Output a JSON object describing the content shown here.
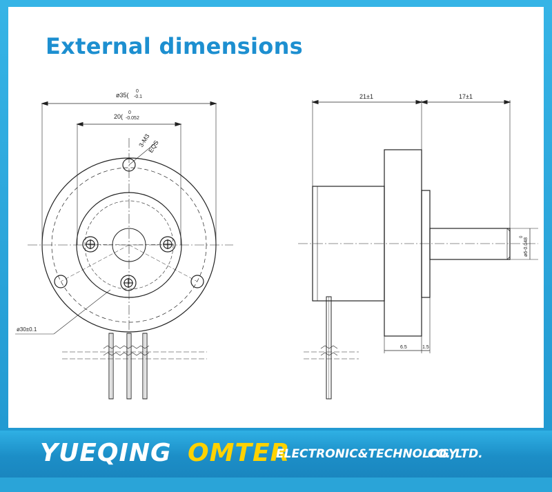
{
  "title": "External dimensions",
  "front_view": {
    "dim_outer": "ø35(",
    "dim_outer_tol_upper": "0",
    "dim_outer_tol_lower": "-0.1",
    "dim_inner": "20(",
    "dim_inner_tol_upper": "0",
    "dim_inner_tol_lower": "-0.052",
    "holes_label": "3-M3",
    "holes_sub": "EQS",
    "dim_pcd": "ø30±0.1"
  },
  "side_view": {
    "dim_body": "21±1",
    "dim_shaft": "17±1",
    "dim_flange": "6.5",
    "dim_step": "1.5",
    "dim_shaft_dia": "ø6-0.048",
    "dim_shaft_dia_tol": "0"
  },
  "footer": {
    "brand1": "YUEQING",
    "brand2": "OMTER",
    "tagline": "ELECTRONIC&TECHNOLOGY",
    "suffix": "CO.,LTD."
  },
  "colors": {
    "title": "#1d8fd0",
    "brand_yellow": "#ffd200",
    "frame": "#2aa4d8"
  }
}
